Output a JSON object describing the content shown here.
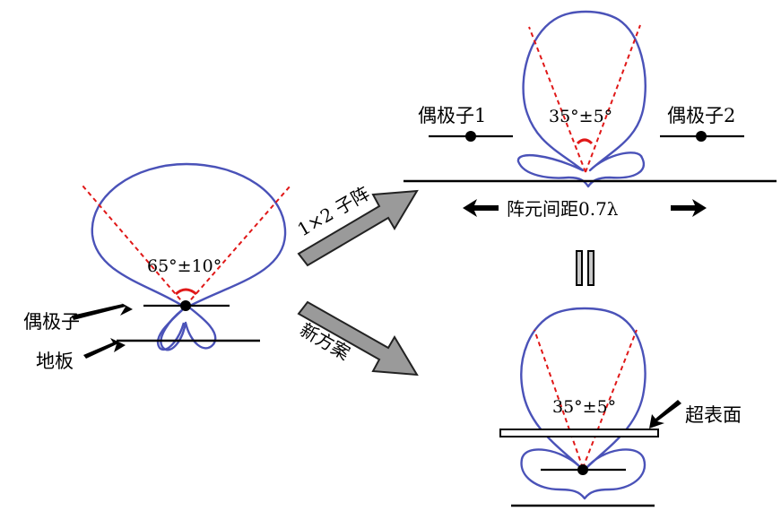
{
  "left": {
    "angle_label": "65°±10°",
    "dipole_label": "偶极子",
    "ground_label": "地板"
  },
  "arrows": {
    "top_label": "1×2 子阵",
    "bottom_label": "新方案"
  },
  "top_right": {
    "dipole1_label": "偶极子1",
    "dipole2_label": "偶极子2",
    "angle_label": "35°±5°",
    "spacing_label": "阵元间距0.7λ"
  },
  "bottom_right": {
    "angle_label": "35°±5°",
    "metasurface_label": "超表面"
  },
  "colors": {
    "pattern": "#4a52b8",
    "beam": "#e01818",
    "arrow_fill": "#9a9a9a"
  }
}
